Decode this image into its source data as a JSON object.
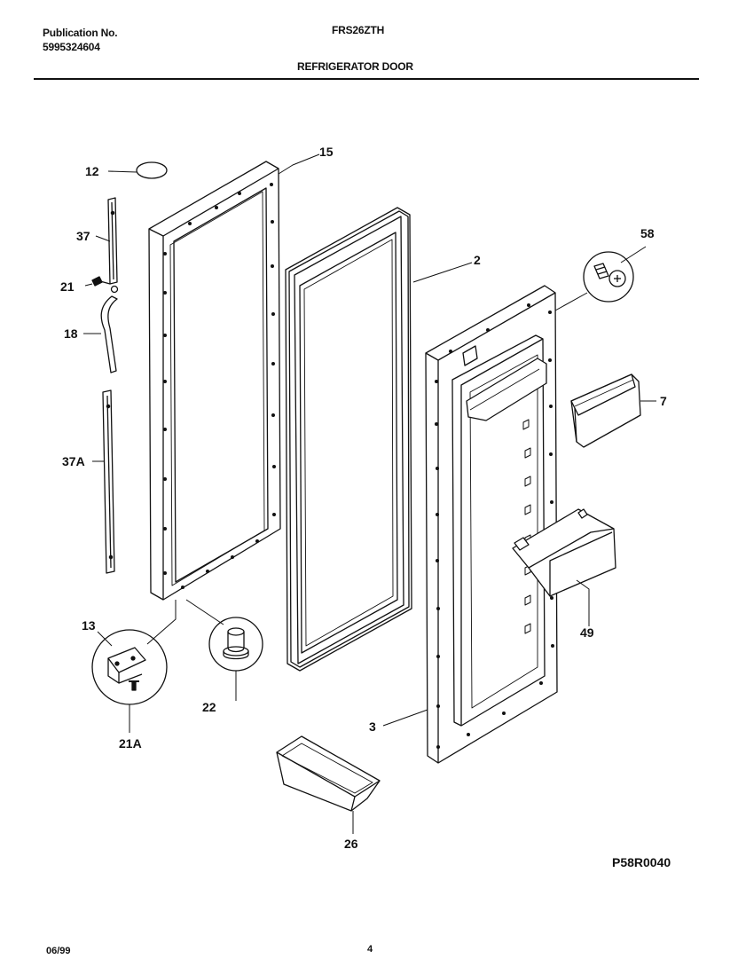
{
  "header": {
    "publication_label": "Publication No.",
    "publication_number": "5995324604",
    "model": "FRS26ZTH",
    "section_title": "REFRIGERATOR DOOR"
  },
  "diagram": {
    "callouts": {
      "p12": "12",
      "p15": "15",
      "p37": "37",
      "p21": "21",
      "p18": "18",
      "p37a": "37A",
      "p2": "2",
      "p58": "58",
      "p7": "7",
      "p49": "49",
      "p3": "3",
      "p13": "13",
      "p22": "22",
      "p21a": "21A",
      "p26": "26"
    },
    "drawing_code": "P58R0040"
  },
  "footer": {
    "date": "06/99",
    "page_number": "4"
  }
}
